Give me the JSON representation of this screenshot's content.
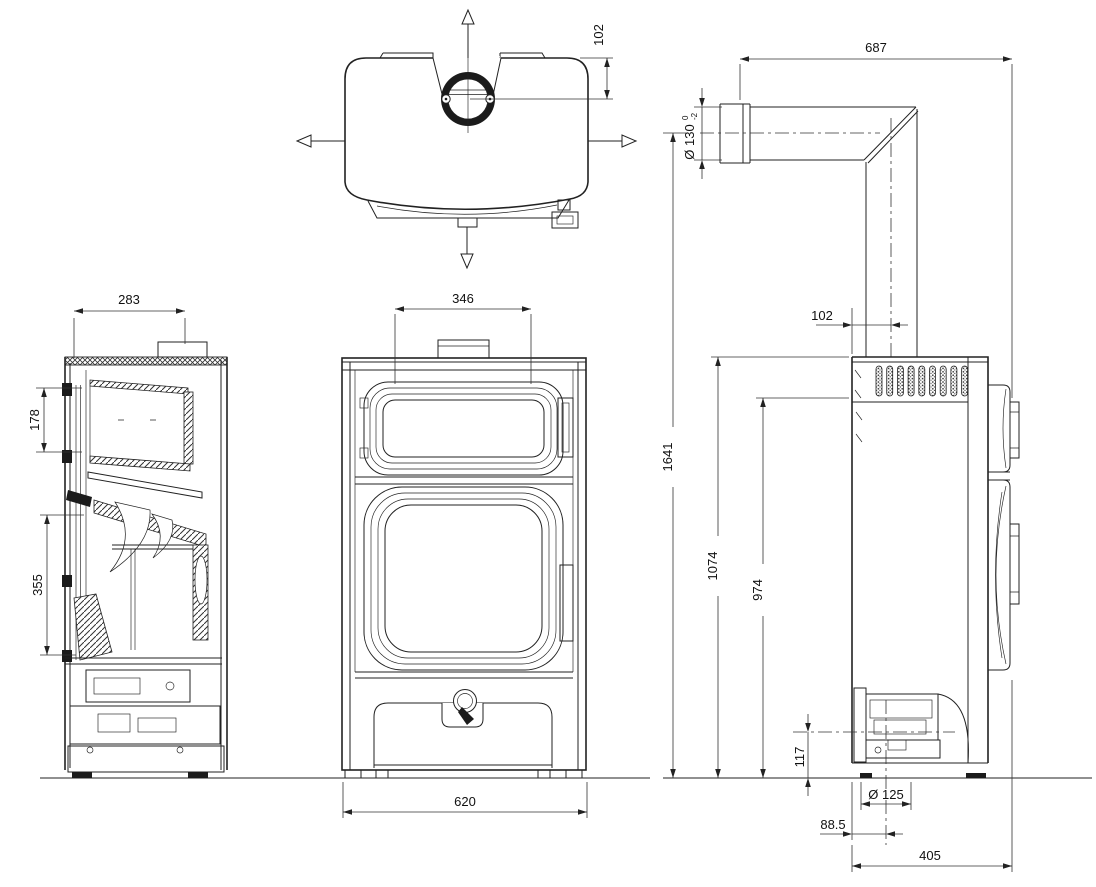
{
  "drawing": {
    "top_view": {
      "dims": {
        "flue_offset": "102"
      }
    },
    "section_view": {
      "dims": {
        "depth": "283",
        "oven_glass_height": "178",
        "firebox_glass_height": "355"
      }
    },
    "front_view": {
      "dims": {
        "flue_tab_width": "346",
        "overall_width": "620"
      }
    },
    "side_view": {
      "dims": {
        "pipe_reach": "687",
        "pipe_diameter": "Ø 130",
        "pipe_diameter_tol_upper": "0",
        "pipe_diameter_tol_lower": "-2",
        "pipe_axis_to_rear": "102",
        "overall_height": "1641",
        "body_height": "1074",
        "shoulder_height": "974",
        "intake_axis_height": "117",
        "intake_diameter": "Ø 125",
        "intake_axis_to_rear": "88.5",
        "base_depth": "405"
      }
    }
  }
}
